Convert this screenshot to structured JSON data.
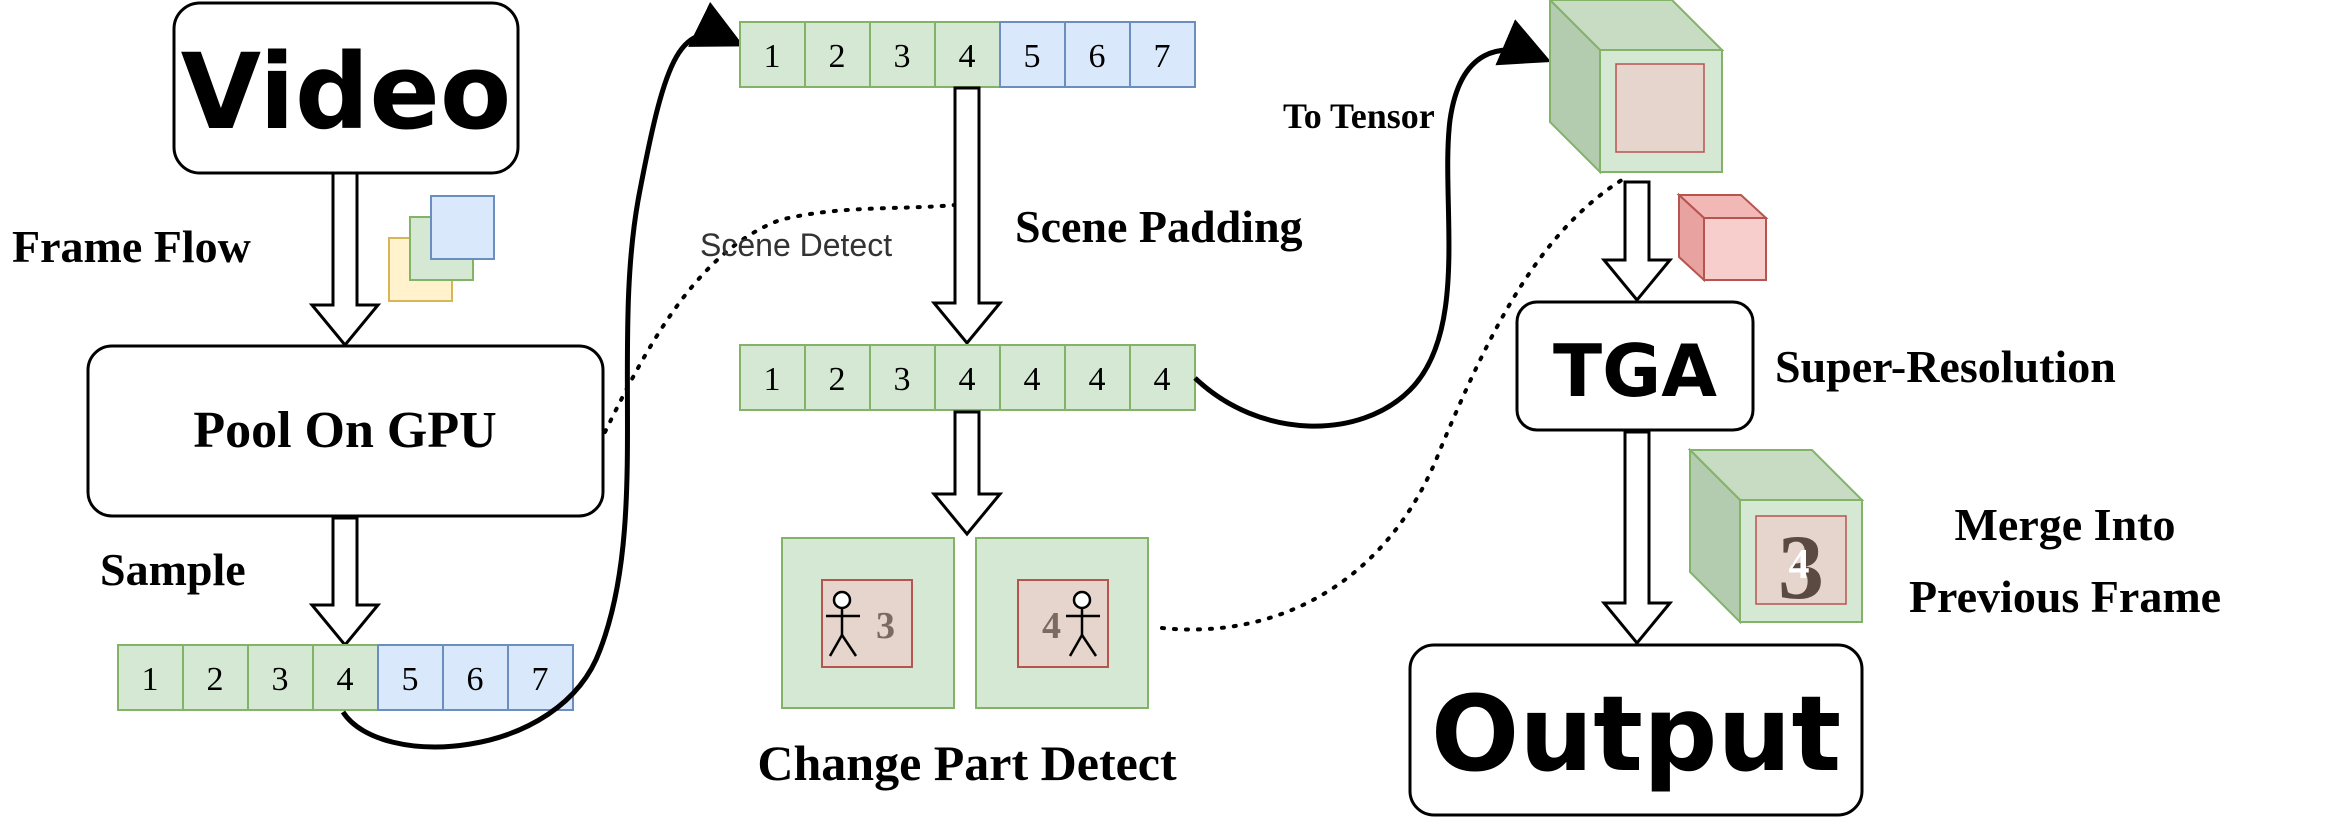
{
  "nodes": {
    "video": "Video",
    "pool": "Pool On GPU",
    "tga": "TGA",
    "output": "Output"
  },
  "labels": {
    "frame_flow": "Frame Flow",
    "sample": "Sample",
    "scene_detect": "Scene Detect",
    "scene_padding": "Scene Padding",
    "to_tensor": "To Tensor",
    "change_part_detect": "Change Part Detect",
    "super_resolution": "Super-Resolution",
    "merge_line1": "Merge Into",
    "merge_line2": "Previous Frame"
  },
  "sequences": {
    "sampled": [
      "1",
      "2",
      "3",
      "4",
      "5",
      "6",
      "7"
    ],
    "scene_detect": [
      "1",
      "2",
      "3",
      "4",
      "5",
      "6",
      "7"
    ],
    "padded": [
      "1",
      "2",
      "3",
      "4",
      "4",
      "4",
      "4"
    ]
  },
  "change_detect": {
    "left_frame": "3",
    "right_frame": "4"
  },
  "merge_cube": {
    "back_digit": "3",
    "front_digit": "4"
  },
  "colors": {
    "green_fill": "#d5e8d4",
    "green_stroke": "#82b366",
    "blue_fill": "#dae8fc",
    "blue_stroke": "#6c8ebf",
    "yellow_fill": "#fff2cc",
    "yellow_stroke": "#d6b656",
    "red_fill": "#f8cecc",
    "red_stroke": "#b85450",
    "inner_fill": "#e6d5cc",
    "cube_dark": "#b3ccb0",
    "cube_mid": "#c8dcc4"
  }
}
